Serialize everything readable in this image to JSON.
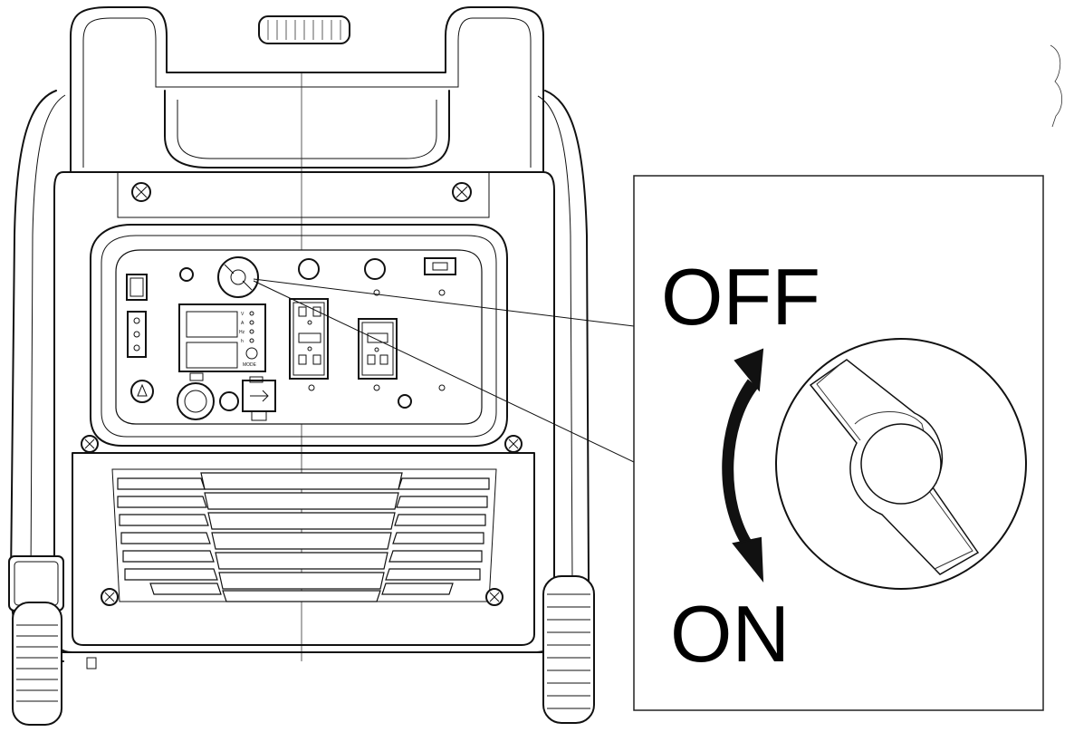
{
  "diagram": {
    "callout": {
      "label_top": "OFF",
      "label_bottom": "ON"
    },
    "panel": {
      "display_button_label": "MODE",
      "indicator_labels": [
        "V",
        "A",
        "Hz",
        "h"
      ]
    }
  }
}
